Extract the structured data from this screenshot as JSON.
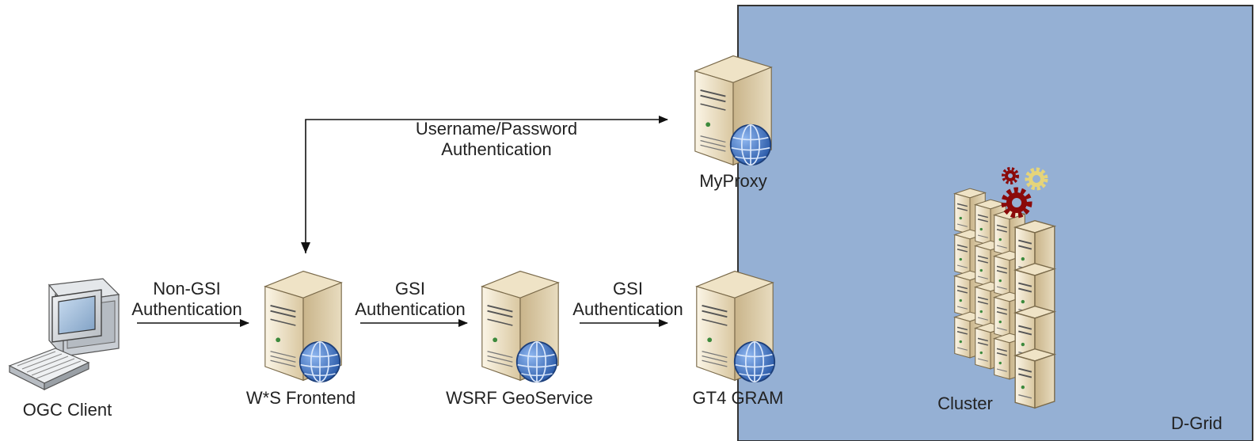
{
  "region": {
    "label": "D-Grid",
    "color": "#95b0d4"
  },
  "nodes": {
    "ogc_client": "OGC Client",
    "ws_frontend": "W*S Frontend",
    "wsrf_geoservice": "WSRF GeoService",
    "gt4_gram": "GT4 GRAM",
    "myproxy": "MyProxy",
    "cluster": "Cluster"
  },
  "edges": {
    "client_to_frontend": {
      "line1": "Non-GSI",
      "line2": "Authentication"
    },
    "frontend_to_geoservice": {
      "line1": "GSI",
      "line2": "Authentication"
    },
    "geoservice_to_gram": {
      "line1": "GSI",
      "line2": "Authentication"
    },
    "frontend_to_myproxy": {
      "line1": "Username/Password",
      "line2": "Authentication"
    }
  },
  "colors": {
    "server_body": "#e6d6b2",
    "globe": "#3f73c4",
    "gear_red": "#8b0a0a",
    "gear_yellow": "#e5d47a"
  }
}
